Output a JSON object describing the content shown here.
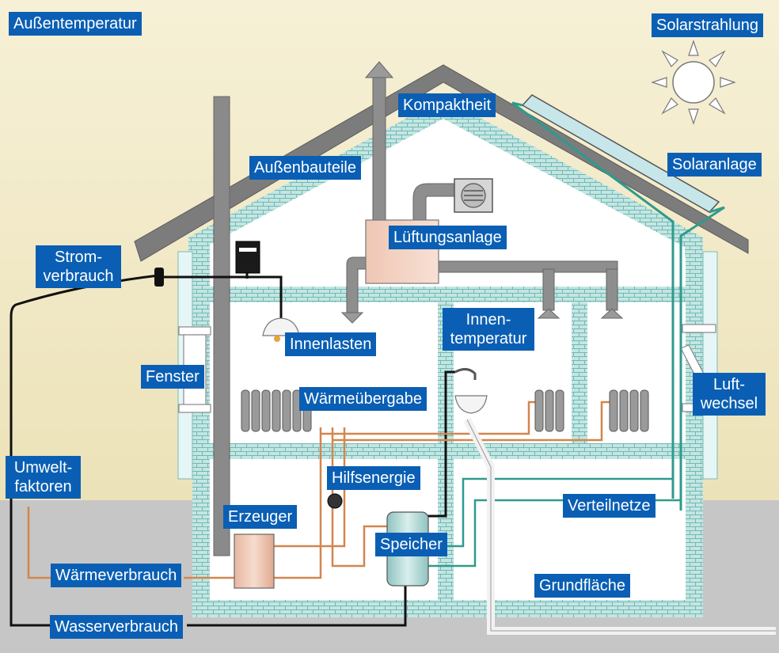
{
  "colors": {
    "label_bg": "#0a5fb4",
    "label_text": "#ffffff",
    "sky": "#f3ecc8",
    "ground": "#c4c4c4",
    "wall_fill": "#bfe3e0",
    "wall_line": "#6db5b0",
    "roof": "#7b7b7b",
    "heating_pipe": "#d2864e",
    "cable": "#111111",
    "distribution_pipe": "#2f9a8c",
    "duct": "#8e8e8e"
  },
  "icons": {
    "sun": "sun-icon",
    "solar_panel": "solar-panel-icon",
    "radiator": "radiator-icon",
    "lamp": "lamp-icon",
    "meter": "electricity-meter-icon",
    "fan": "fan-icon",
    "sink": "sink-icon",
    "pump": "pump-icon"
  },
  "labels": {
    "aussentemperatur": "Außentemperatur",
    "solarstrahlung": "Solarstrahlung",
    "kompaktheit": "Kompaktheit",
    "aussenbauteile": "Außenbauteile",
    "solaranlage": "Solaranlage",
    "lueftungsanlage": "Lüftungsanlage",
    "stromverbrauch": "Strom-\nverbrauch",
    "innenlasten": "Innenlasten",
    "innentemperatur": "Innen-\ntemperatur",
    "fenster": "Fenster",
    "luftwechsel": "Luft-\nwechsel",
    "waermeuebergabe": "Wärmeübergabe",
    "umweltfaktoren": "Umwelt-\nfaktoren",
    "hilfsenergie": "Hilfsenergie",
    "verteilnetze": "Verteilnetze",
    "erzeuger": "Erzeuger",
    "speicher": "Speicher",
    "waermeverbrauch": "Wärmeverbrauch",
    "grundflaeche": "Grundfläche",
    "wasserverbrauch": "Wasserverbrauch"
  }
}
